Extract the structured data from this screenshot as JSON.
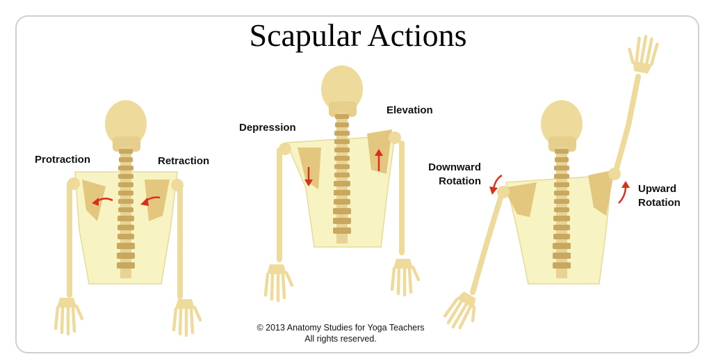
{
  "title": "Scapular Actions",
  "figures": [
    {
      "left_label": "Protraction",
      "right_label": "Retraction"
    },
    {
      "left_label": "Depression",
      "right_label": "Elevation"
    },
    {
      "left_label_line1": "Downward",
      "left_label_line2": "Rotation",
      "right_label_line1": "Upward",
      "right_label_line2": "Rotation"
    }
  ],
  "copyright": {
    "line1": "© 2013 Anatomy Studies for Yoga Teachers",
    "line2": "All rights reserved."
  },
  "colors": {
    "bone": "#eedb9c",
    "torso": "#f7f3c2",
    "scapula": "#e3c77f",
    "arrow": "#d8301b",
    "frame": "#cfcfcf"
  }
}
